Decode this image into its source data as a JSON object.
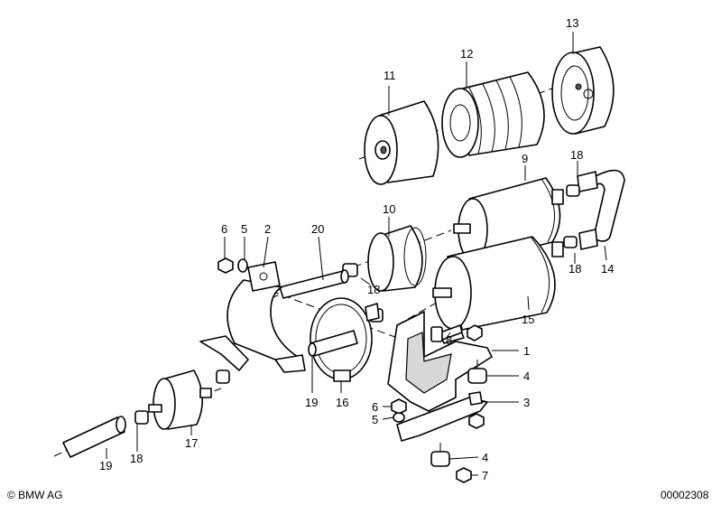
{
  "labels": {
    "l11": "11",
    "l12": "12",
    "l13": "13",
    "l9": "9",
    "l18a": "18",
    "l10": "10",
    "l20": "20",
    "l6a": "6",
    "l5a": "5",
    "l2": "2",
    "l18b": "18",
    "l18c": "18",
    "l14": "14",
    "l15": "15",
    "l8": "8",
    "l1": "1",
    "l4a": "4",
    "l3": "3",
    "l6b": "6",
    "l5b": "5",
    "l19a": "19",
    "l16": "16",
    "l17": "17",
    "l19b": "19",
    "l18d": "18",
    "l4b": "4",
    "l7": "7"
  },
  "footer": {
    "copyright": "© BMW AG",
    "drawing_number": "00002308"
  }
}
